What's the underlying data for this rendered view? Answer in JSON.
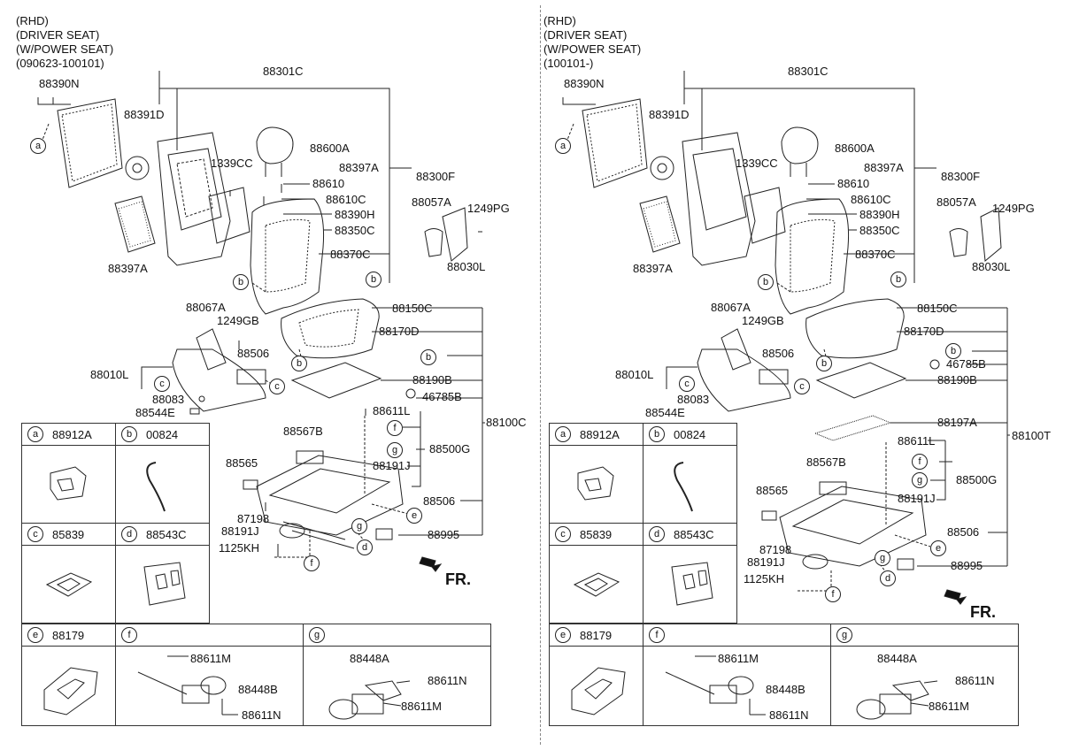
{
  "left": {
    "header": [
      "(RHD)",
      "(DRIVER SEAT)",
      "(W/POWER SEAT)",
      "(090623-100101)"
    ],
    "labels": {
      "l88390N": "88390N",
      "l88301C": "88301C",
      "l88391D": "88391D",
      "l88600A": "88600A",
      "l1339CC": "1339CC",
      "l88397A_top": "88397A",
      "l88300F": "88300F",
      "l88610": "88610",
      "l88610C": "88610C",
      "l88057A": "88057A",
      "l1249PG": "1249PG",
      "l88390H": "88390H",
      "l88350C": "88350C",
      "l88370C": "88370C",
      "l88030L": "88030L",
      "l88397A": "88397A",
      "l88067A": "88067A",
      "l88150C": "88150C",
      "l1249GB": "1249GB",
      "l88170D": "88170D",
      "l88506a": "88506",
      "l88010L": "88010L",
      "l88190B": "88190B",
      "l88083": "88083",
      "l46785B": "46785B",
      "l88544E": "88544E",
      "l88611L": "88611L",
      "l88100C": "88100C",
      "l88567B": "88567B",
      "l88500G": "88500G",
      "l88191J_a": "88191J",
      "l88565": "88565",
      "l88506b": "88506",
      "l87198": "87198",
      "l88191J_b": "88191J",
      "l88995": "88995",
      "l1125KH": "1125KH"
    },
    "fr": "FR."
  },
  "right": {
    "header": [
      "(RHD)",
      "(DRIVER SEAT)",
      "(W/POWER SEAT)",
      "(100101-)"
    ],
    "labels": {
      "l88390N": "88390N",
      "l88301C": "88301C",
      "l88391D": "88391D",
      "l88600A": "88600A",
      "l1339CC": "1339CC",
      "l88397A_top": "88397A",
      "l88300F": "88300F",
      "l88610": "88610",
      "l88610C": "88610C",
      "l88057A": "88057A",
      "l1249PG": "1249PG",
      "l88390H": "88390H",
      "l88350C": "88350C",
      "l88370C": "88370C",
      "l88030L": "88030L",
      "l88397A": "88397A",
      "l88067A": "88067A",
      "l88150C": "88150C",
      "l1249GB": "1249GB",
      "l88170D": "88170D",
      "l88506a": "88506",
      "l88010L": "88010L",
      "l46785B": "46785B",
      "l88190B": "88190B",
      "l88083": "88083",
      "l88544E": "88544E",
      "l88197A": "88197A",
      "l88100T": "88100T",
      "l88611L": "88611L",
      "l88567B": "88567B",
      "l88500G": "88500G",
      "l88191J_a": "88191J",
      "l88565": "88565",
      "l88506b": "88506",
      "l87198": "87198",
      "l88191J_b": "88191J",
      "l88995": "88995",
      "l1125KH": "1125KH"
    },
    "fr": "FR."
  },
  "legend": {
    "a": {
      "letter": "a",
      "code": "88912A"
    },
    "b": {
      "letter": "b",
      "code": "00824"
    },
    "c": {
      "letter": "c",
      "code": "85839"
    },
    "d": {
      "letter": "d",
      "code": "88543C"
    },
    "e": {
      "letter": "e",
      "code": "88179"
    },
    "f": {
      "letter": "f",
      "code": "",
      "labels": [
        "88611M",
        "88448B",
        "88611N"
      ]
    },
    "g": {
      "letter": "g",
      "code": "",
      "labels": [
        "88448A",
        "88611N",
        "88611M"
      ]
    }
  }
}
